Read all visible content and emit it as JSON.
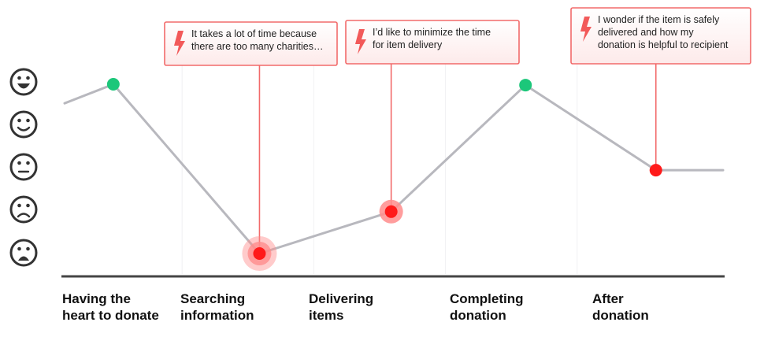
{
  "chart_data": {
    "type": "line",
    "y_scale": [
      "very-sad",
      "sad",
      "neutral",
      "happy",
      "very-happy"
    ],
    "y_icons": [
      "very-happy-face-icon",
      "happy-face-icon",
      "neutral-face-icon",
      "sad-face-icon",
      "very-sad-face-icon"
    ],
    "x_labels": [
      [
        "Having the",
        "heart to donate"
      ],
      [
        "Searching",
        "information"
      ],
      [
        "Delivering",
        "items"
      ],
      [
        "Completing",
        "donation"
      ],
      [
        "After",
        "donation"
      ]
    ],
    "line_points": [
      {
        "x": 0.0,
        "level": 3.55
      },
      {
        "x": 0.37,
        "level": 4.0
      },
      {
        "x": 1.48,
        "level": 0.0
      },
      {
        "x": 2.48,
        "level": 0.99
      },
      {
        "x": 3.5,
        "level": 3.98
      },
      {
        "x": 4.49,
        "level": 1.97
      },
      {
        "x": 5.0,
        "level": 1.97
      }
    ],
    "points": [
      {
        "x": 0.37,
        "level": 4.0,
        "kind": "positive"
      },
      {
        "x": 3.5,
        "level": 3.98,
        "kind": "positive"
      },
      {
        "x": 1.48,
        "level": 0.0,
        "kind": "pain",
        "intensity": "high"
      },
      {
        "x": 2.48,
        "level": 0.99,
        "kind": "pain",
        "intensity": "medium"
      },
      {
        "x": 4.49,
        "level": 1.97,
        "kind": "pain",
        "intensity": "low"
      }
    ],
    "pain_points": [
      {
        "x": 1.48,
        "text": [
          "It takes a lot of time because",
          "there are too many charities…"
        ]
      },
      {
        "x": 2.48,
        "text": [
          "I’d like to minimize the time",
          "for item delivery"
        ]
      },
      {
        "x": 4.49,
        "text": [
          "I wonder if the item is safely",
          "delivered and how my",
          "donation is helpful to recipient"
        ]
      }
    ],
    "colors": {
      "line": "#b8b8be",
      "positive": "#1cc77a",
      "pain": "#ff1a1a",
      "halo": "#ff8c8c",
      "note_border": "#f26a6a",
      "note_fill": "#fff2f2",
      "bolt": "#f25a5a",
      "axis": "#444444",
      "face": "#333333"
    }
  }
}
